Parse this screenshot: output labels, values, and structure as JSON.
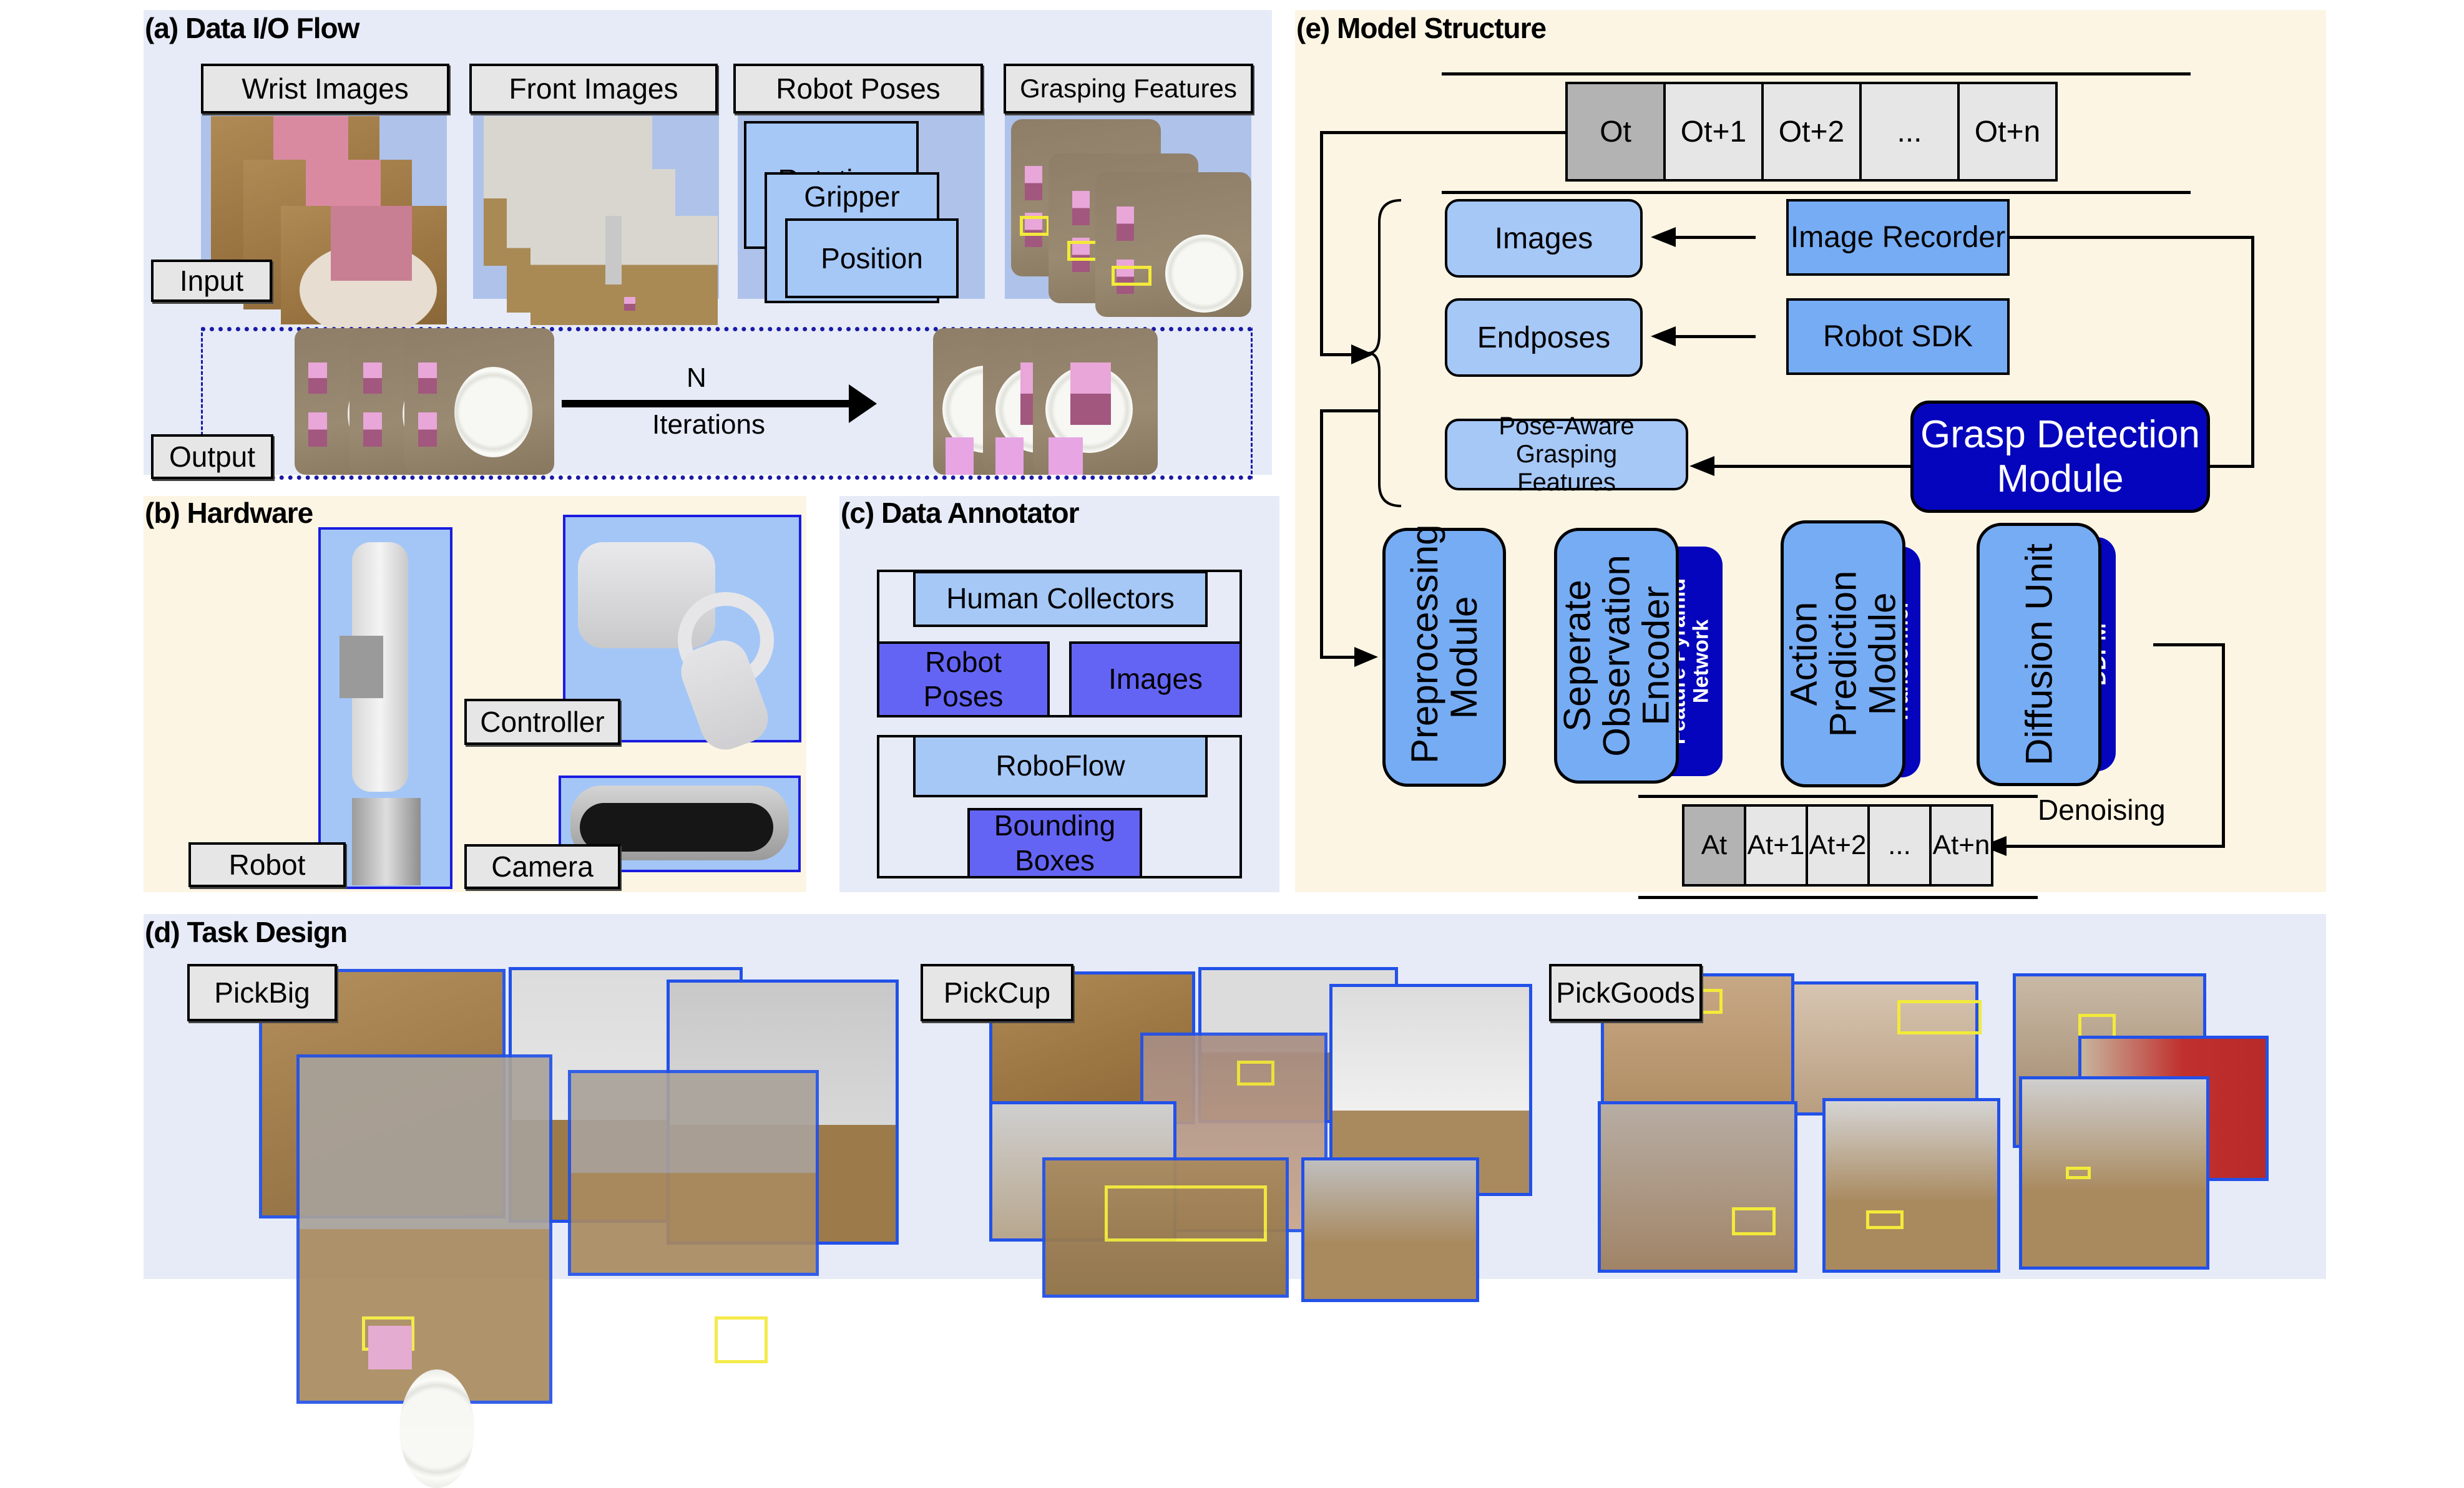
{
  "panels": {
    "a": {
      "title": "(a) Data I/O Flow",
      "columns": [
        "Wrist Images",
        "Front Images",
        "Robot Poses",
        "Grasping Features"
      ],
      "robot_poses": [
        "Rotation",
        "Gripper",
        "Position"
      ],
      "input_label": "Input",
      "output_label": "Output",
      "iteration_top": "N",
      "iteration_bottom": "Iterations"
    },
    "b": {
      "title": "(b) Hardware",
      "labels": {
        "robot": "Robot",
        "controller": "Controller",
        "camera": "Camera"
      }
    },
    "c": {
      "title": "(c) Data Annotator",
      "group1": {
        "header": "Human Collectors",
        "items": [
          "Robot Poses",
          "Images"
        ]
      },
      "group2": {
        "header": "RoboFlow",
        "items": [
          "Bounding Boxes"
        ]
      }
    },
    "d": {
      "title": "(d) Task Design",
      "tasks": [
        "PickBig",
        "PickCup",
        "PickGoods"
      ]
    },
    "e": {
      "title": "(e) Model Structure",
      "observations": [
        "Ot",
        "Ot+1",
        "Ot+2",
        "...",
        "Ot+n"
      ],
      "inputs": [
        "Images",
        "Endposes",
        "Pose-Aware Grasping Features"
      ],
      "sources": [
        "Image Recorder",
        "Robot SDK"
      ],
      "grasp_module": "Grasp Detection Module",
      "modules": [
        {
          "name": "Preprocessing Module",
          "tag": ""
        },
        {
          "name": "Seperate Observation Encoder",
          "tag": "Feature Pyramid Network"
        },
        {
          "name": "Action Prediction Module",
          "tag": "Transformer"
        },
        {
          "name": "Diffusion Unit",
          "tag": "DDPM"
        }
      ],
      "actions": [
        "At",
        "At+1",
        "At+2",
        "...",
        "At+n"
      ],
      "denoising": "Denoising"
    }
  },
  "colors": {
    "panel_blue": "#e6ebf7",
    "panel_cream": "#fdf5e4",
    "light_blue_box": "#a6c8f7",
    "mid_blue_box": "#76acf4",
    "dark_blue_module": "#0505bd",
    "lavender_box": "#6464f4",
    "frame_blue": "#2251e8",
    "highlight_yellow": "#f3ea3a"
  }
}
